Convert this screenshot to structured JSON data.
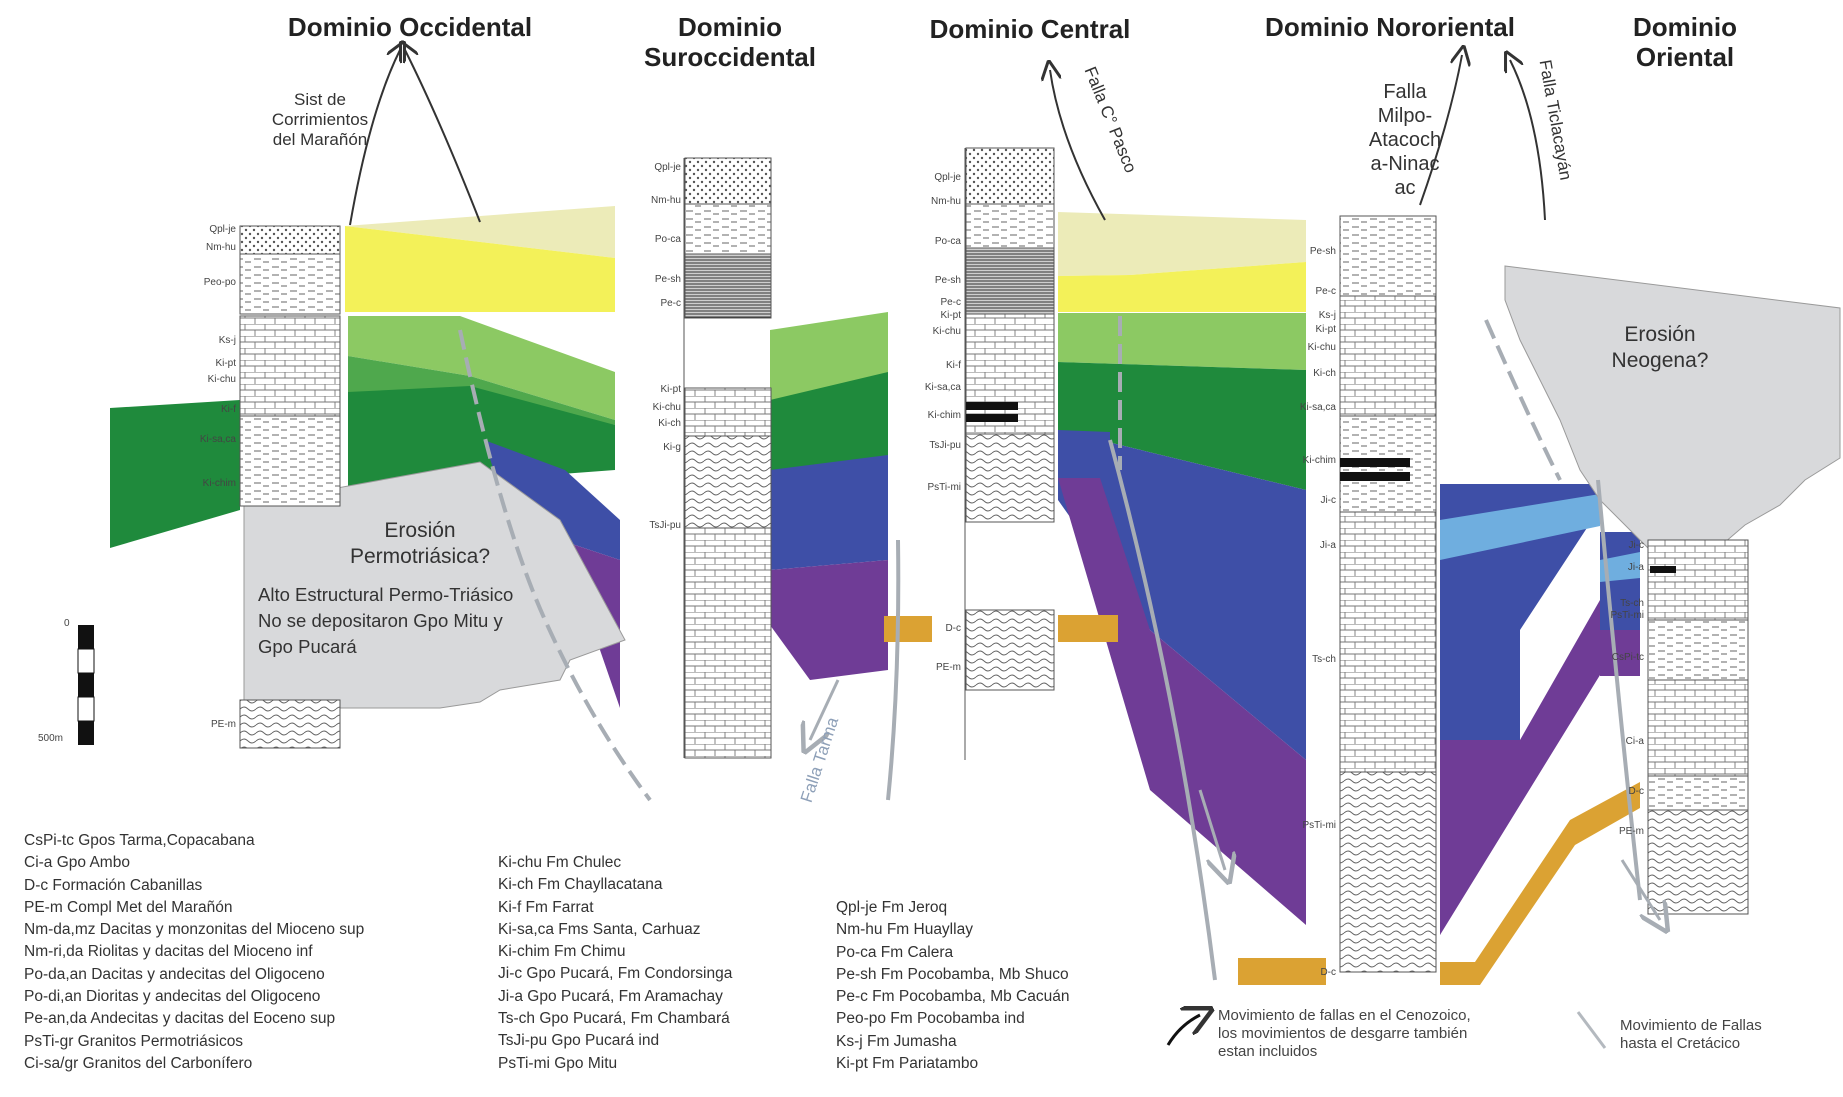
{
  "domains": {
    "occidental": "Dominio Occidental",
    "suroccidental": "Dominio\nSuroccidental",
    "central": "Dominio Central",
    "nororiental": "Dominio Nororiental",
    "oriental": "Dominio\nOriental"
  },
  "faults": {
    "maranon": "Sist de\nCorrimientos\ndel Marañón",
    "cerro_pasco": "Falla C° Pasco",
    "milpo": "Falla\nMilpo-\nAtacoch\na-Ninac\nac",
    "ticlacayan": "Falla Ticlacayán",
    "tarma": "Falla Tarma"
  },
  "regions": {
    "erosion_permo": "Erosión\nPermotriásica?",
    "alto_estructural": "Alto Estructural Permo-Triásico\nNo se depositaron Gpo Mitu y\nGpo Pucará",
    "erosion_neogena": "Erosión\nNeogena?"
  },
  "scale": {
    "zero": "0",
    "max": "500m"
  },
  "column_labels": {
    "occidental": [
      "Qpl-je",
      "Nm-hu",
      "Peo-po",
      "Ks-j",
      "Ki-pt",
      "Ki-chu",
      "Ki-f",
      "Ki-sa,ca",
      "Ki-chim",
      "PE-m"
    ],
    "suroccidental": [
      "Qpl-je",
      "Nm-hu",
      "Po-ca",
      "Pe-sh",
      "Pe-c",
      "Ki-pt",
      "Ki-chu",
      "Ki-ch",
      "Ki-g",
      "TsJi-pu"
    ],
    "central": [
      "Qpl-je",
      "Nm-hu",
      "Po-ca",
      "Pe-sh",
      "Pe-c",
      "Ki-pt",
      "Ki-chu",
      "Ki-f",
      "Ki-sa,ca",
      "Ki-chim",
      "TsJi-pu",
      "PsTi-mi",
      "D-c",
      "PE-m"
    ],
    "nororiental": [
      "Pe-sh",
      "Pe-c",
      "Ks-j",
      "Ki-pt",
      "Ki-chu",
      "Ki-ch",
      "Ki-sa,ca",
      "Ki-chim",
      "Ji-c",
      "Ji-a",
      "Ts-ch",
      "PsTi-mi",
      "D-c"
    ],
    "oriental": [
      "Ji-c",
      "Ji-a",
      "Ts-ch",
      "PsTi-mi",
      "CsPi-tc",
      "Ci-a",
      "D-c",
      "PE-m"
    ]
  },
  "legend": {
    "col1": [
      "CsPi-tc Gpos Tarma,Copacabana",
      "Ci-a Gpo Ambo",
      "D-c Formación Cabanillas",
      "PE-m Compl Met del Marañón",
      "Nm-da,mz Dacitas y monzonitas del Mioceno sup",
      "Nm-ri,da Riolitas y dacitas del  Mioceno inf",
      "Po-da,an Dacitas y andecitas del Oligoceno",
      "Po-di,an Dioritas y andecitas del Oligoceno",
      "Pe-an,da Andecitas y dacitas del Eoceno sup",
      "PsTi-gr Granitos Permotriásicos",
      "Ci-sa/gr Granitos del Carbonífero"
    ],
    "col2": [
      "Ki-chu Fm Chulec",
      "Ki-ch Fm Chayllacatana",
      "Ki-f Fm Farrat",
      "Ki-sa,ca Fms Santa, Carhuaz",
      "Ki-chim Fm Chimu",
      "Ji-c Gpo Pucará, Fm Condorsinga",
      "Ji-a Gpo Pucará, Fm Aramachay",
      "Ts-ch Gpo Pucará, Fm Chambará",
      "TsJi-pu Gpo Pucará ind",
      "PsTi-mi Gpo Mitu"
    ],
    "col3": [
      "Qpl-je Fm Jeroq",
      "Nm-hu Fm Huayllay",
      "Po-ca Fm Calera",
      "Pe-sh Fm Pocobamba, Mb Shuco",
      "Pe-c Fm Pocobamba, Mb Cacuán",
      "Peo-po Fm Pocobamba ind",
      "Ks-j Fm Jumasha",
      "Ki-pt Fm Pariatambo"
    ]
  },
  "movement_notes": {
    "cenozoic": "Movimiento de fallas en el Cenozoico,\nlos movimientos de desgarre también\nestan incluidos",
    "cretaceous": "Movimiento de Fallas\nhasta el Cretácico"
  },
  "colors": {
    "cream": "#ecebb8",
    "yellow": "#f3f159",
    "light_green": "#8cc963",
    "mid_green": "#4fa84d",
    "dark_green": "#1f8a3c",
    "blue": "#3e4fa7",
    "light_blue": "#6faedf",
    "purple": "#6f3c96",
    "ochre": "#dba233",
    "grey": "#d8d9db",
    "fault_grey": "#b4b9bf"
  }
}
